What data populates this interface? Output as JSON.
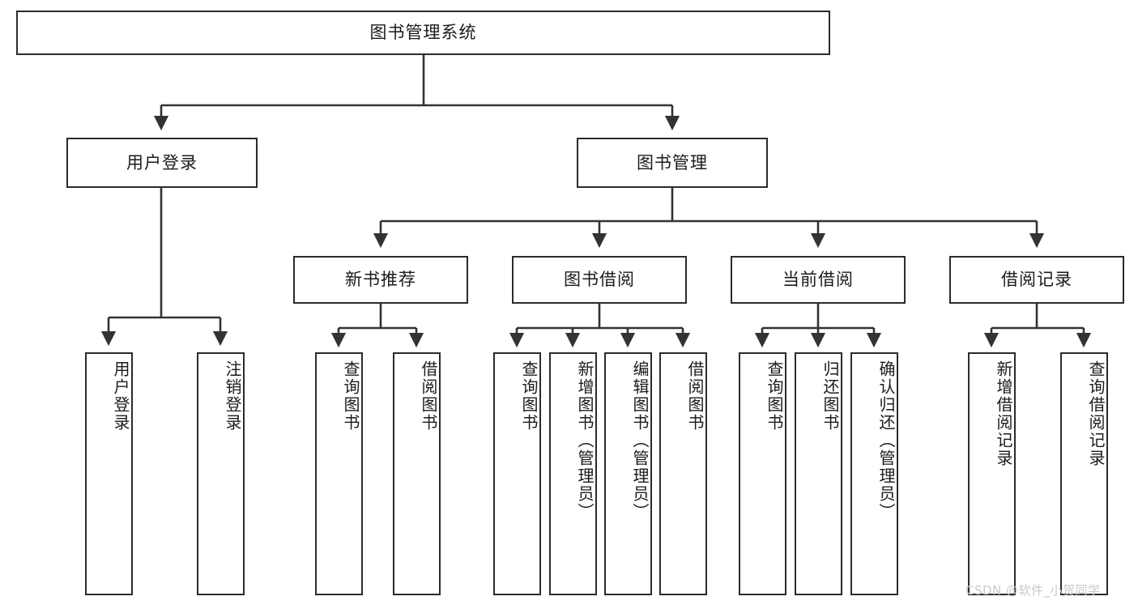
{
  "diagram": {
    "title": "图书管理系统",
    "type": "tree",
    "root": {
      "label": "图书管理系统"
    },
    "level2": [
      {
        "label": "用户登录"
      },
      {
        "label": "图书管理"
      }
    ],
    "level3": [
      {
        "label": "新书推荐"
      },
      {
        "label": "图书借阅"
      },
      {
        "label": "当前借阅"
      },
      {
        "label": "借阅记录"
      }
    ],
    "leaves": {
      "user_login": [
        {
          "label": "用户登录"
        },
        {
          "label": "注销登录"
        }
      ],
      "new_book_recommend": [
        {
          "label": "查询图书"
        },
        {
          "label": "借阅图书"
        }
      ],
      "book_borrow": [
        {
          "label": "查询图书"
        },
        {
          "label": "新增图书（管理员）"
        },
        {
          "label": "编辑图书（管理员）"
        },
        {
          "label": "借阅图书"
        }
      ],
      "current_borrow": [
        {
          "label": "查询图书"
        },
        {
          "label": "归还图书"
        },
        {
          "label": "确认归还（管理员）"
        }
      ],
      "borrow_record": [
        {
          "label": "新增借阅记录"
        },
        {
          "label": "查询借阅记录"
        }
      ]
    }
  },
  "watermark": {
    "text": "CSDN @软件_小贺同学"
  },
  "colors": {
    "background": "#ffffff",
    "box_border": "#2b2b2b",
    "connector": "#333333",
    "text": "#1b1b1b",
    "watermark": "#c9c9c9"
  }
}
